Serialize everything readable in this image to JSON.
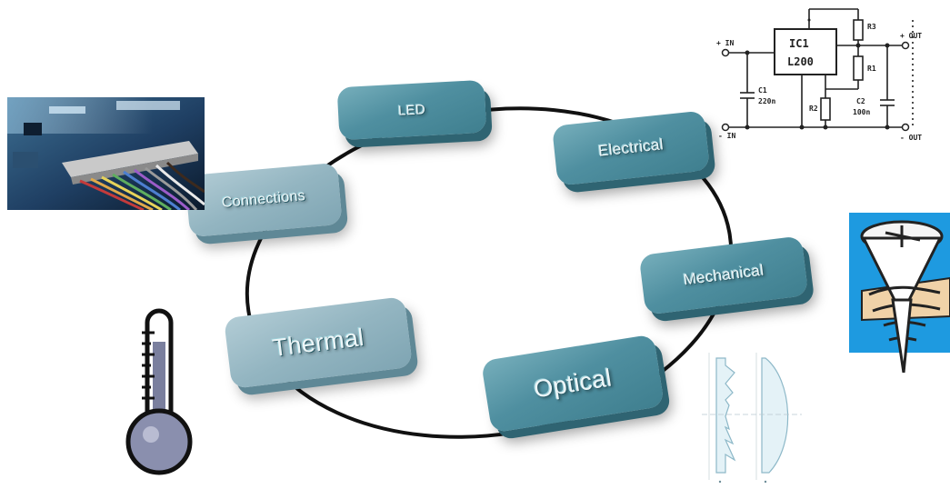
{
  "diagram": {
    "nodes": {
      "led": "LED",
      "electrical": "Electrical",
      "mechanical": "Mechanical",
      "optical": "Optical",
      "thermal": "Thermal",
      "connections": "Connections"
    }
  },
  "schematic": {
    "ic_name": "IC1",
    "ic_part": "L200",
    "in_plus": "+ IN",
    "in_minus": "- IN",
    "out_plus": "+ OUT",
    "out_minus": "- OUT",
    "r1": "R1",
    "r2": "R2",
    "r3": "R3",
    "c1": "C1",
    "c1_value": "220n",
    "c2": "C2",
    "c2_value": "100n"
  },
  "colors": {
    "node_dark": "#4f8fa0",
    "node_light": "#93b5c1",
    "ring": "#111111",
    "screw_background": "#1e9ae0"
  }
}
